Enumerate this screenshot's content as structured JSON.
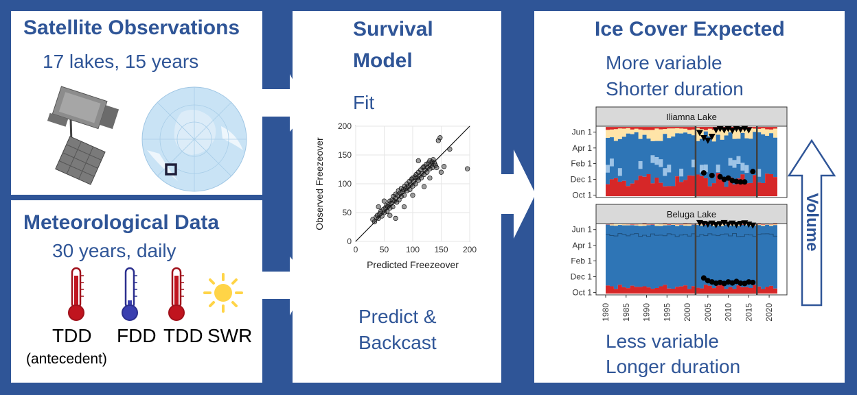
{
  "colors": {
    "brand": "#2F5597",
    "red": "#D62728",
    "blue": "#2E75B6",
    "cream": "#FFE4A8",
    "orange": "#F4A460",
    "gray": "#BFBFBF"
  },
  "icons": [
    "satellite-icon",
    "polar-globe-icon",
    "thermometer-red-icon",
    "thermometer-blue-icon",
    "sun-icon",
    "arrow-right-icon",
    "arrow-up-outline-icon"
  ],
  "panels": {
    "satellite": {
      "title": "Satellite Observations",
      "subtitle": "17 lakes, 15 years"
    },
    "meteorology": {
      "title": "Meteorological Data",
      "subtitle": "30 years, daily",
      "labels": {
        "tdd1": "TDD",
        "antecedent": "(antecedent)",
        "fdd": "FDD",
        "tdd2": "TDD",
        "swr": "SWR"
      }
    },
    "model": {
      "title1": "Survival",
      "title2": "Model",
      "fit": "Fit",
      "predict1": "Predict &",
      "predict2": "Backcast"
    },
    "ice": {
      "title": "Ice Cover Expected",
      "top1": "More variable",
      "top2": "Shorter duration",
      "bottom1": "Less variable",
      "bottom2": "Longer duration",
      "volume": "Volume"
    }
  },
  "chart_data": [
    {
      "type": "scatter",
      "xlabel": "Predicted Freezeover",
      "ylabel": "Observed Freezeover",
      "xlim": [
        0,
        200
      ],
      "ylim": [
        0,
        200
      ],
      "xticks": [
        "0",
        "50",
        "100",
        "150",
        "200"
      ],
      "yticks": [
        "0",
        "50",
        "100",
        "150",
        "200"
      ],
      "reference_line": "1:1",
      "points": [
        [
          30,
          38
        ],
        [
          33,
          34
        ],
        [
          36,
          42
        ],
        [
          38,
          45
        ],
        [
          40,
          40
        ],
        [
          42,
          48
        ],
        [
          44,
          52
        ],
        [
          46,
          44
        ],
        [
          48,
          55
        ],
        [
          50,
          50
        ],
        [
          52,
          58
        ],
        [
          54,
          62
        ],
        [
          55,
          52
        ],
        [
          56,
          60
        ],
        [
          58,
          65
        ],
        [
          60,
          58
        ],
        [
          60,
          70
        ],
        [
          62,
          66
        ],
        [
          64,
          72
        ],
        [
          65,
          60
        ],
        [
          66,
          78
        ],
        [
          68,
          70
        ],
        [
          70,
          75
        ],
        [
          70,
          82
        ],
        [
          72,
          68
        ],
        [
          74,
          80
        ],
        [
          75,
          88
        ],
        [
          76,
          72
        ],
        [
          78,
          84
        ],
        [
          80,
          78
        ],
        [
          80,
          92
        ],
        [
          82,
          86
        ],
        [
          84,
          90
        ],
        [
          85,
          80
        ],
        [
          86,
          96
        ],
        [
          88,
          92
        ],
        [
          90,
          88
        ],
        [
          90,
          100
        ],
        [
          92,
          95
        ],
        [
          94,
          104
        ],
        [
          95,
          90
        ],
        [
          96,
          98
        ],
        [
          98,
          108
        ],
        [
          100,
          96
        ],
        [
          100,
          110
        ],
        [
          102,
          104
        ],
        [
          104,
          112
        ],
        [
          105,
          100
        ],
        [
          106,
          116
        ],
        [
          108,
          110
        ],
        [
          110,
          106
        ],
        [
          110,
          120
        ],
        [
          112,
          114
        ],
        [
          114,
          124
        ],
        [
          115,
          110
        ],
        [
          116,
          118
        ],
        [
          118,
          128
        ],
        [
          120,
          116
        ],
        [
          120,
          130
        ],
        [
          122,
          124
        ],
        [
          124,
          134
        ],
        [
          125,
          120
        ],
        [
          126,
          128
        ],
        [
          128,
          136
        ],
        [
          130,
          126
        ],
        [
          130,
          140
        ],
        [
          132,
          132
        ],
        [
          134,
          138
        ],
        [
          135,
          128
        ],
        [
          136,
          142
        ],
        [
          138,
          136
        ],
        [
          140,
          132
        ],
        [
          142,
          128
        ],
        [
          145,
          175
        ],
        [
          148,
          180
        ],
        [
          150,
          120
        ],
        [
          155,
          130
        ],
        [
          165,
          160
        ],
        [
          196,
          126
        ],
        [
          40,
          60
        ],
        [
          60,
          45
        ],
        [
          85,
          60
        ],
        [
          100,
          80
        ],
        [
          110,
          140
        ],
        [
          130,
          110
        ],
        [
          70,
          40
        ],
        [
          50,
          70
        ],
        [
          120,
          95
        ]
      ]
    },
    {
      "type": "area",
      "panel_title": "Iliamna Lake",
      "x_range": [
        1980,
        2022
      ],
      "xticks": [
        "1980",
        "1985",
        "1990",
        "1995",
        "2000",
        "2005",
        "2010",
        "2015",
        "2020"
      ],
      "yticks": [
        "Jun 1",
        "Apr 1",
        "Feb 1",
        "Dec 1",
        "Oct 1"
      ],
      "observed_window": [
        2002,
        2017
      ],
      "freeze_points": [
        [
          2004,
          -5
        ],
        [
          2006,
          -15
        ],
        [
          2008,
          -20
        ],
        [
          2009,
          -30
        ],
        [
          2010,
          -25
        ],
        [
          2011,
          -35
        ],
        [
          2012,
          -38
        ],
        [
          2013,
          -40
        ],
        [
          2014,
          -40
        ],
        [
          2016,
          0
        ]
      ],
      "breakup_points": [
        [
          2003,
          150
        ],
        [
          2004,
          130
        ],
        [
          2005,
          120
        ],
        [
          2006,
          135
        ],
        [
          2007,
          160
        ],
        [
          2008,
          165
        ],
        [
          2009,
          160
        ],
        [
          2010,
          165
        ],
        [
          2011,
          158
        ],
        [
          2012,
          165
        ],
        [
          2013,
          162
        ],
        [
          2014,
          166
        ],
        [
          2015,
          160
        ]
      ]
    },
    {
      "type": "area",
      "panel_title": "Beluga Lake",
      "x_range": [
        1980,
        2022
      ],
      "xticks": [
        "1980",
        "1985",
        "1990",
        "1995",
        "2000",
        "2005",
        "2010",
        "2015",
        "2020"
      ],
      "yticks": [
        "Jun 1",
        "Apr 1",
        "Feb 1",
        "Dec 1",
        "Oct 1"
      ],
      "observed_window": [
        2002,
        2017
      ],
      "freeze_points": [
        [
          2004,
          -35
        ],
        [
          2005,
          -45
        ],
        [
          2006,
          -50
        ],
        [
          2007,
          -55
        ],
        [
          2008,
          -52
        ],
        [
          2009,
          -56
        ],
        [
          2010,
          -50
        ],
        [
          2011,
          -54
        ],
        [
          2012,
          -48
        ],
        [
          2013,
          -55
        ],
        [
          2014,
          -56
        ],
        [
          2015,
          -50
        ],
        [
          2016,
          -52
        ]
      ],
      "breakup_points": [
        [
          2003,
          178
        ],
        [
          2004,
          175
        ],
        [
          2005,
          172
        ],
        [
          2006,
          176
        ],
        [
          2007,
          170
        ],
        [
          2008,
          174
        ],
        [
          2009,
          178
        ],
        [
          2010,
          172
        ],
        [
          2011,
          176
        ],
        [
          2012,
          170
        ],
        [
          2013,
          175
        ],
        [
          2014,
          177
        ],
        [
          2015,
          172
        ],
        [
          2016,
          168
        ]
      ]
    }
  ]
}
